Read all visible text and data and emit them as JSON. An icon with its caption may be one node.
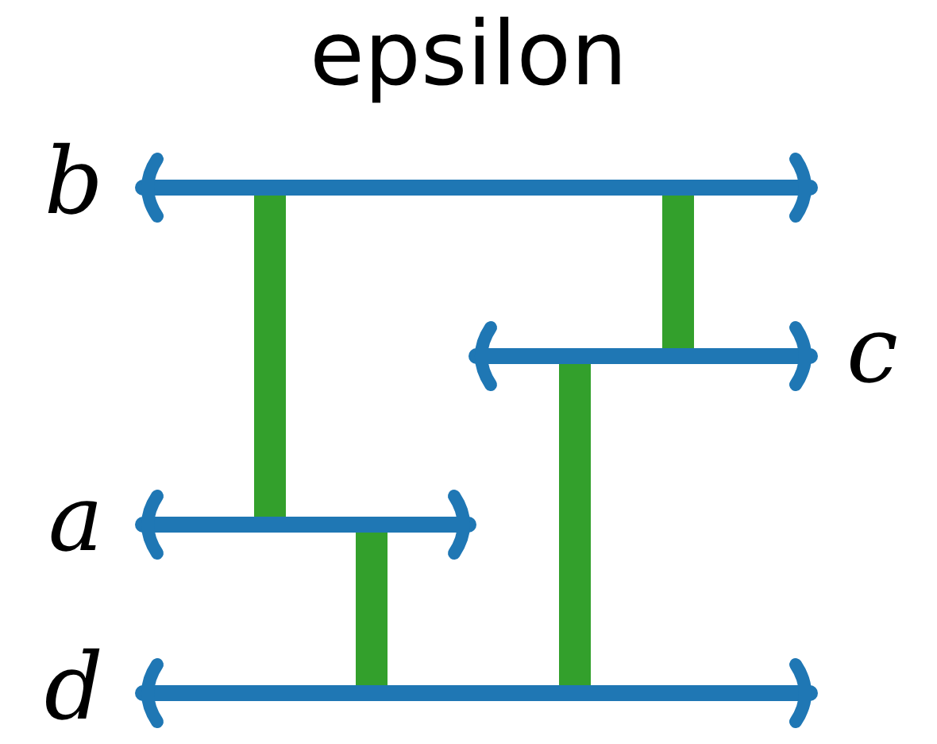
{
  "diagram": {
    "title": "epsilon",
    "nodes": [
      {
        "text": [],
        "shape": "bar",
        "beside": [
          "b"
        ]
      },
      {
        "text": [],
        "shape": "bar",
        "beside": [
          "c"
        ]
      },
      {
        "text": [],
        "shape": "bar",
        "beside": [
          "a"
        ]
      },
      {
        "text": [],
        "shape": "bar",
        "beside": [
          "d"
        ]
      }
    ],
    "edges": [
      {
        "from": 0,
        "to": 2,
        "arrow": "none"
      },
      {
        "from": 0,
        "to": 1,
        "arrow": "none"
      },
      {
        "from": 2,
        "to": 3,
        "arrow": "none"
      },
      {
        "from": 1,
        "to": 3,
        "arrow": "none"
      }
    ]
  }
}
